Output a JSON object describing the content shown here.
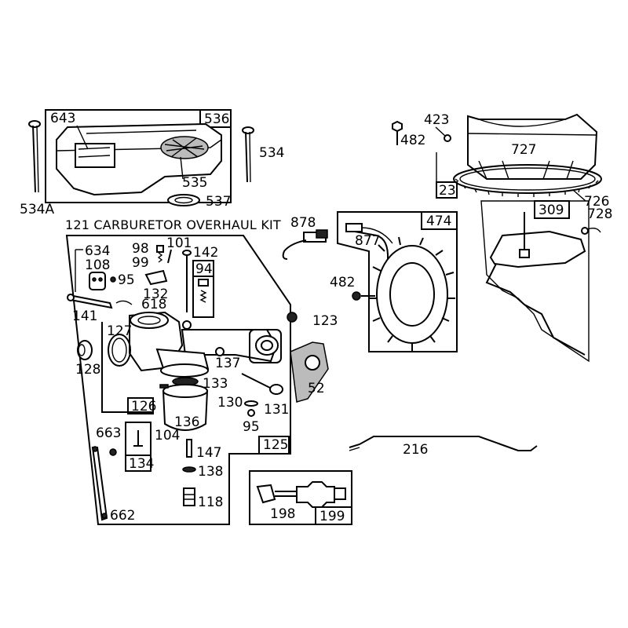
{
  "title": "121 CARBURETOR OVERHAUL KIT",
  "labels": {
    "p643": "643",
    "p536": "536",
    "p534": "534",
    "p535": "535",
    "p537": "537",
    "p534A": "534A",
    "p423": "423",
    "p482a": "482",
    "p727": "727",
    "p23": "23",
    "p726": "726",
    "p728": "728",
    "p309": "309",
    "p878": "878",
    "p877": "877",
    "p474": "474",
    "p482b": "482",
    "p634": "634",
    "p108": "108",
    "p95a": "95",
    "p98": "98",
    "p99": "99",
    "p101": "101",
    "p142": "142",
    "p94": "94",
    "p132": "132",
    "p141": "141",
    "p618": "618",
    "p127": "127",
    "p123": "123",
    "p128": "128",
    "p137": "137",
    "p52": "52",
    "p133": "133",
    "p126": "126",
    "p130": "130",
    "p131": "131",
    "p95b": "95",
    "p104": "104",
    "p136": "136",
    "p125": "125",
    "p663": "663",
    "p134": "134",
    "p147": "147",
    "p138": "138",
    "p118": "118",
    "p662": "662",
    "p216": "216",
    "p198": "198",
    "p199": "199"
  }
}
